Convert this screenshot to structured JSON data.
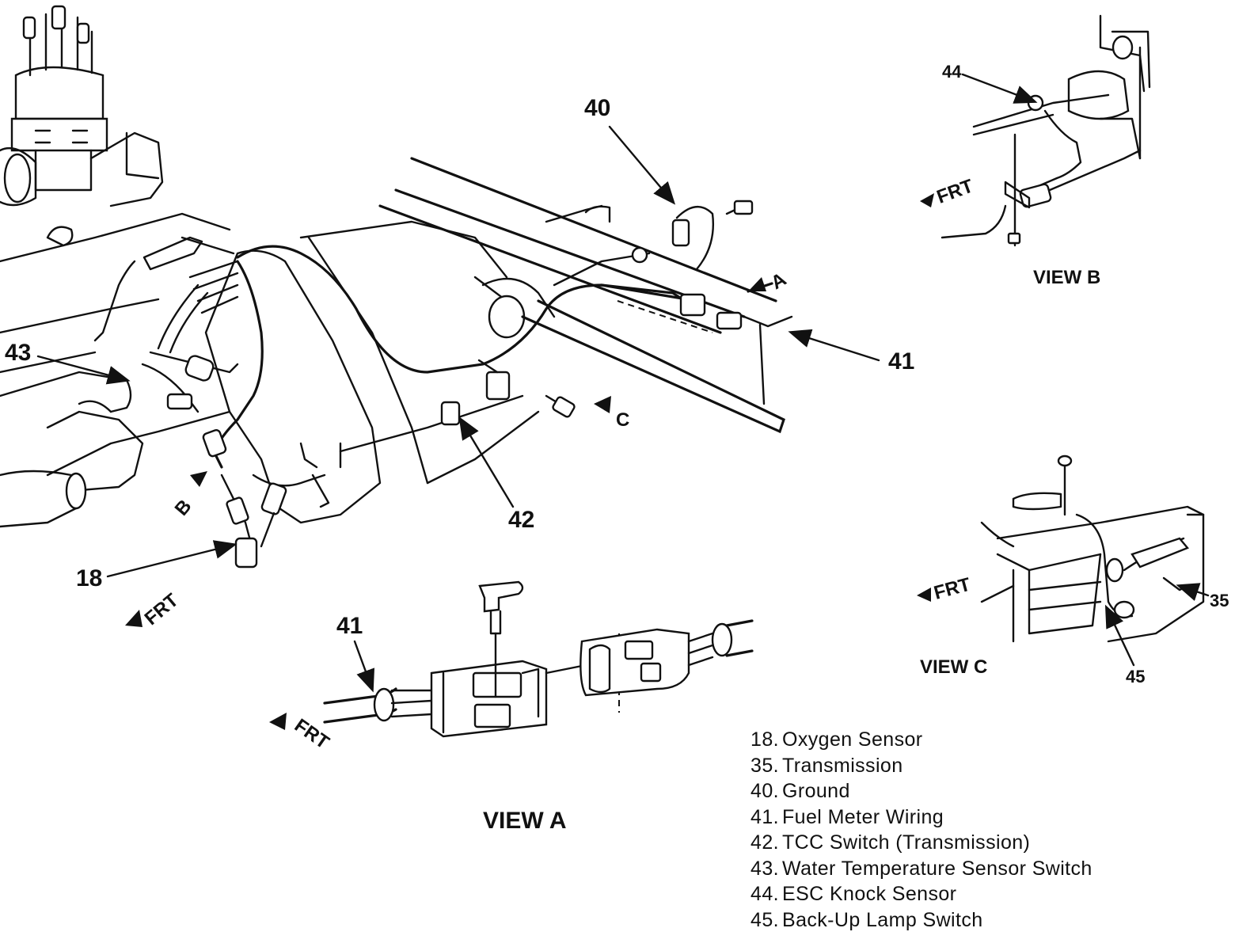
{
  "callouts": {
    "c40": "40",
    "c41_main": "41",
    "c43": "43",
    "c42": "42",
    "c18": "18",
    "c44": "44",
    "c35": "35",
    "c45": "45",
    "c41_viewa": "41"
  },
  "view_letters": {
    "a": "A",
    "b": "B",
    "c": "C"
  },
  "frt_label": "FRT",
  "view_titles": {
    "view_a": "VIEW A",
    "view_b": "VIEW B",
    "view_c": "VIEW C"
  },
  "legend": [
    {
      "num": "18.",
      "label": "Oxygen Sensor"
    },
    {
      "num": "35.",
      "label": "Transmission"
    },
    {
      "num": "40.",
      "label": "Ground"
    },
    {
      "num": "41.",
      "label": "Fuel Meter Wiring"
    },
    {
      "num": "42.",
      "label": "TCC Switch (Transmission)"
    },
    {
      "num": "43.",
      "label": "Water Temperature Sensor Switch"
    },
    {
      "num": "44.",
      "label": "ESC Knock Sensor"
    },
    {
      "num": "45.",
      "label": "Back-Up Lamp Switch"
    }
  ]
}
